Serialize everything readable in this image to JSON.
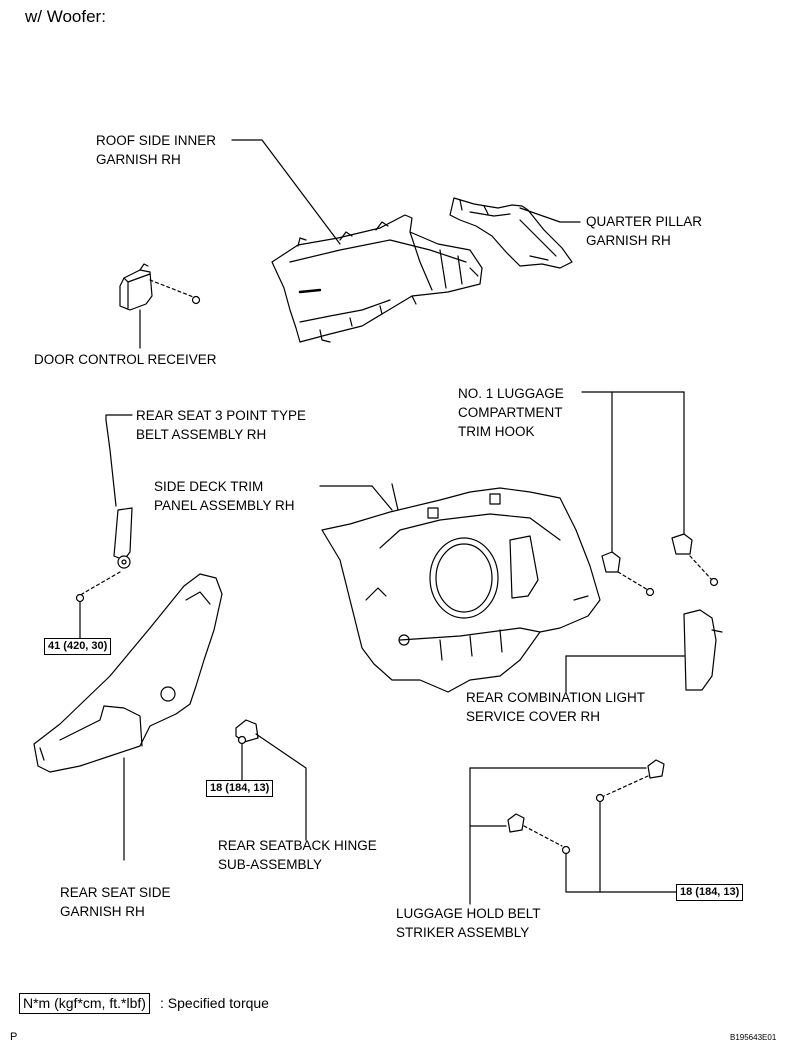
{
  "header": {
    "title": "w/ Woofer:"
  },
  "labels": {
    "roof_side": "ROOF SIDE INNER\nGARNISH RH",
    "quarter_pillar": "QUARTER PILLAR\nGARNISH RH",
    "door_control": "DOOR CONTROL RECEIVER",
    "rear_seat_belt": "REAR SEAT 3 POINT TYPE\nBELT ASSEMBLY RH",
    "luggage_hook": "NO. 1 LUGGAGE\nCOMPARTMENT\nTRIM HOOK",
    "side_deck": "SIDE DECK TRIM\nPANEL ASSEMBLY RH",
    "rear_combo": "REAR COMBINATION LIGHT\nSERVICE COVER RH",
    "seatback_hinge": "REAR SEATBACK HINGE\nSUB-ASSEMBLY",
    "rear_seat_side": "REAR SEAT SIDE\nGARNISH RH",
    "striker": "LUGGAGE HOLD BELT\nSTRIKER ASSEMBLY"
  },
  "torques": {
    "belt": "41 (420, 30)",
    "hinge": "18 (184, 13)",
    "striker": "18 (184, 13)"
  },
  "legend": {
    "box": "N*m (kgf*cm, ft.*lbf)",
    "text": ": Specified torque"
  },
  "footer": {
    "left": "P",
    "code": "B195643E01"
  }
}
